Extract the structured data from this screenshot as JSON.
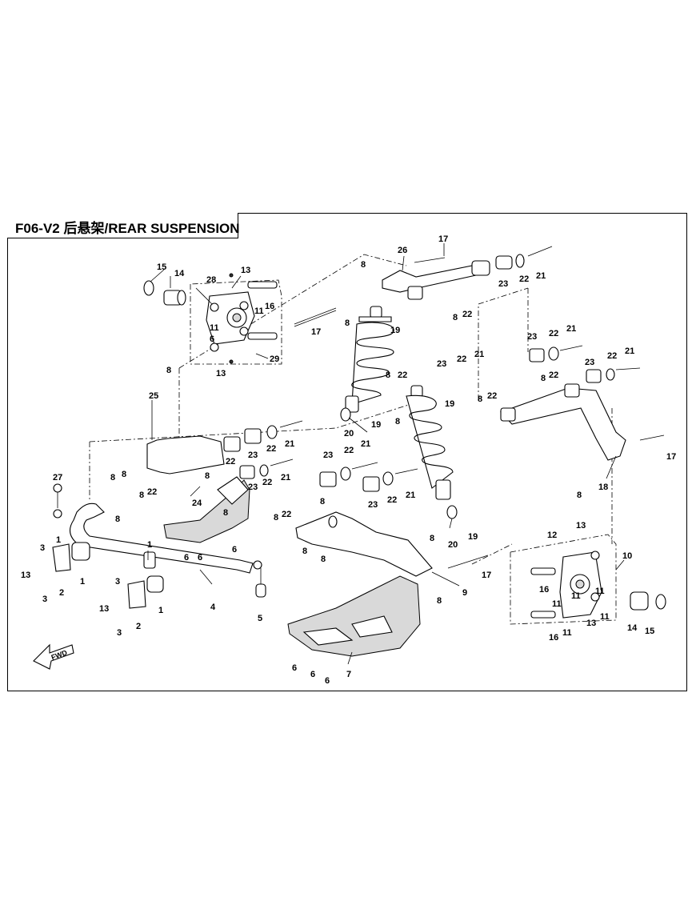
{
  "title": "F06-V2 后悬架/REAR SUSPENSION",
  "fwd_label": "FWD",
  "callouts": [
    "1",
    "2",
    "3",
    "4",
    "5",
    "6",
    "7",
    "8",
    "9",
    "10",
    "11",
    "12",
    "13",
    "14",
    "15",
    "16",
    "17",
    "18",
    "19",
    "20",
    "21",
    "22",
    "23",
    "24",
    "25",
    "26",
    "27",
    "28",
    "29"
  ]
}
